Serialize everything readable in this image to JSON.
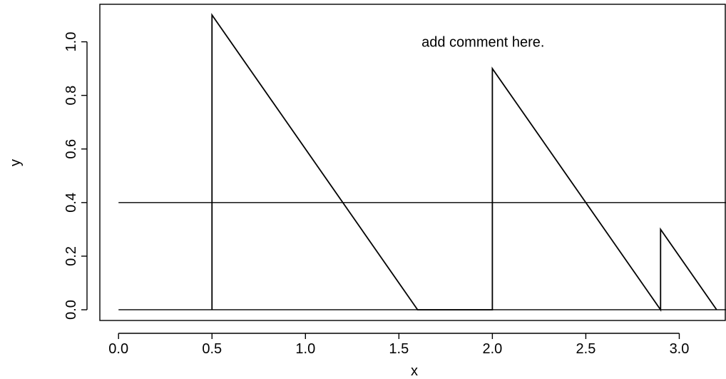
{
  "chart_data": {
    "type": "line",
    "xlabel": "x",
    "ylabel": "y",
    "xlim": [
      -0.1,
      3.25
    ],
    "ylim": [
      -0.04,
      1.14
    ],
    "x_ticks": [
      "0.0",
      "0.5",
      "1.0",
      "1.5",
      "2.0",
      "2.5",
      "3.0"
    ],
    "y_ticks": [
      "0.0",
      "0.2",
      "0.4",
      "0.6",
      "0.8",
      "1.0"
    ],
    "grid": false,
    "colors": {
      "line": "#000000",
      "background": "#ffffff"
    },
    "series": [
      {
        "points": [
          [
            0.5,
            0.0
          ],
          [
            0.5,
            1.1
          ],
          [
            1.6,
            0.0
          ],
          [
            2.0,
            0.0
          ],
          [
            2.0,
            0.9
          ],
          [
            2.9,
            0.0
          ],
          [
            2.9,
            0.3
          ],
          [
            3.2,
            0.0
          ]
        ]
      }
    ],
    "hlines": [
      0.0,
      0.4
    ],
    "hline_xrange": [
      0.0,
      3.25
    ],
    "annotations": [
      {
        "text": "add comment here.",
        "x": 1.95,
        "y": 0.995
      }
    ]
  }
}
